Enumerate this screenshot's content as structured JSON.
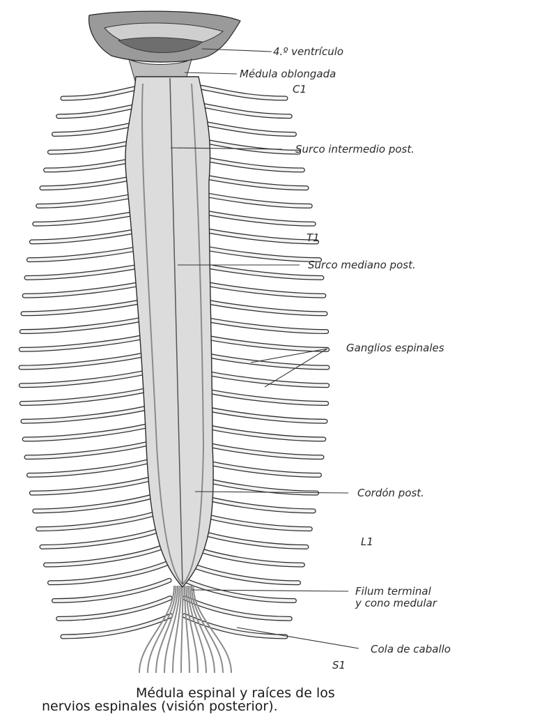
{
  "labels": {
    "ventricle": "4.º ventrículo",
    "medulla": "Médula oblongada",
    "c1": "C1",
    "intermediate_sulcus": "Surco intermedio post.",
    "t1": "T1",
    "median_sulcus": "Surco mediano post.",
    "ganglia": "Ganglios espinales",
    "posterior_cord": "Cordón post.",
    "l1": "L1",
    "filum_line1": "Filum terminal",
    "filum_line2": "y cono medular",
    "cauda": "Cola de caballo",
    "s1": "S1"
  },
  "caption": {
    "line1": "Médula espinal y raíces de los",
    "line2": "nervios espinales (visión posterior)."
  },
  "colors": {
    "ink": "#2a2a2a",
    "shade": "#8a8a8a",
    "light": "#f2f2f2"
  }
}
